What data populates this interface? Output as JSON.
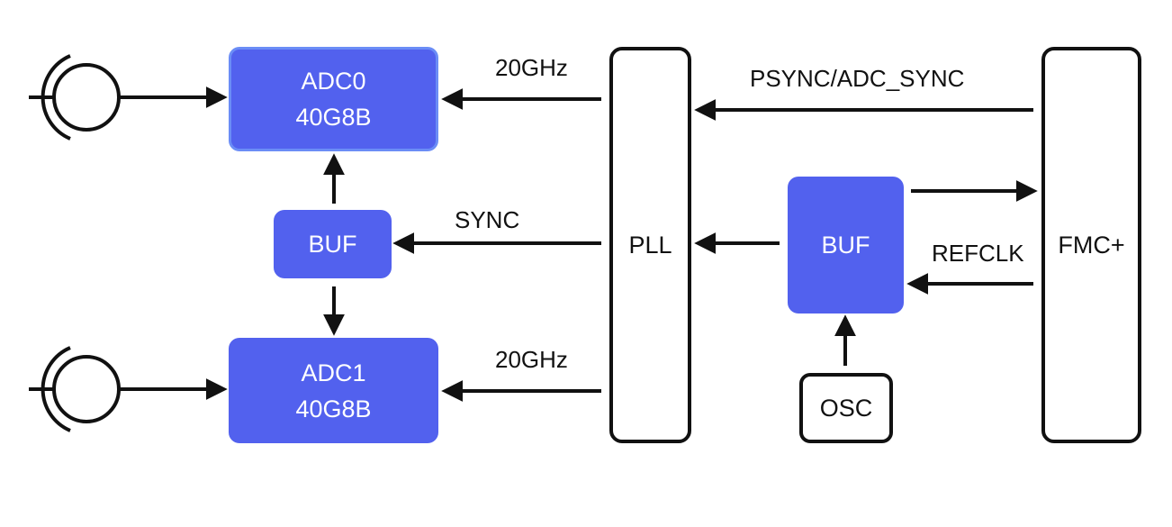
{
  "diagram": {
    "blocks": {
      "adc0": {
        "line1": "ADC0",
        "line2": "40G8B"
      },
      "adc1": {
        "line1": "ADC1",
        "line2": "40G8B"
      },
      "buf_left": {
        "label": "BUF"
      },
      "buf_right": {
        "label": "BUF"
      },
      "pll": {
        "label": "PLL"
      },
      "fmc": {
        "label": "FMC+"
      },
      "osc": {
        "label": "OSC"
      }
    },
    "signals": {
      "clk_top": "20GHz",
      "clk_bottom": "20GHz",
      "sync": "SYNC",
      "psync": "PSYNC/ADC_SYNC",
      "refclk": "REFCLK"
    },
    "colors": {
      "block_fill": "#5261ee",
      "block_border": "#6b8df6",
      "line": "#111111"
    },
    "icons": [
      "rf-input-connector-icon",
      "rf-input-connector-icon"
    ]
  }
}
